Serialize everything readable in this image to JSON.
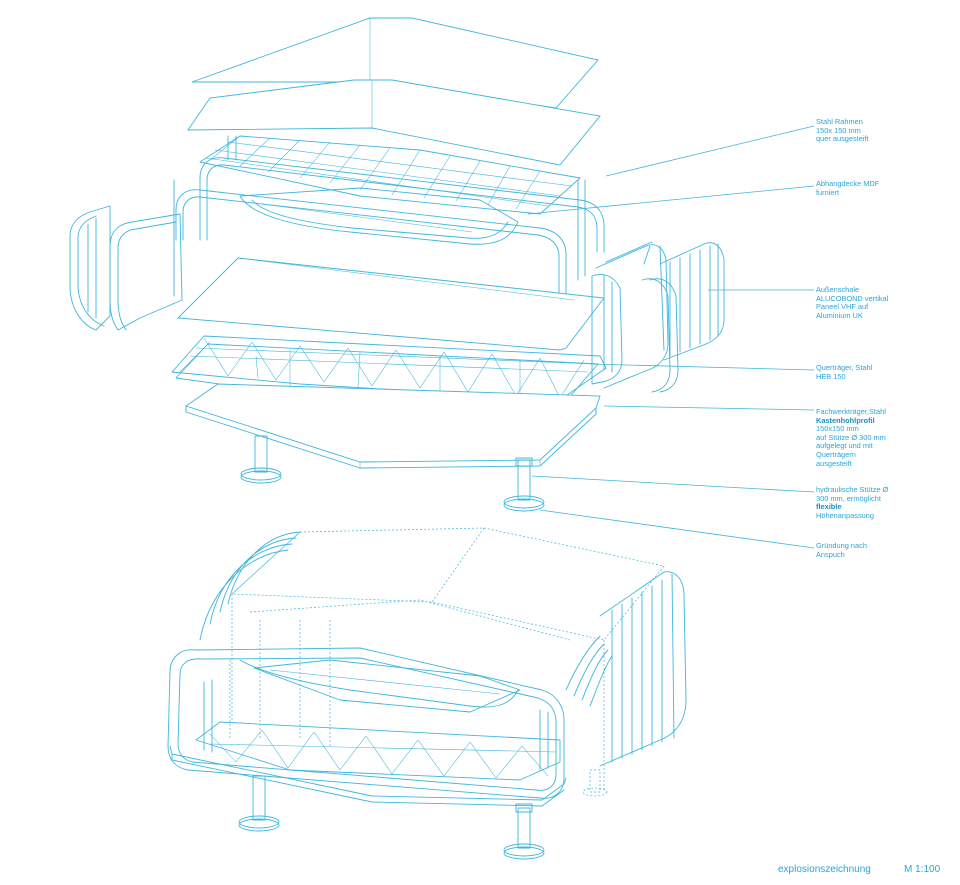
{
  "annotations": [
    {
      "lines": [
        "Stahl Rahmen",
        "150x 150 mm",
        "quer ausgesteift"
      ]
    },
    {
      "lines": [
        "Abhangdecke MDF",
        "furniert"
      ]
    },
    {
      "lines": [
        "Außenschale",
        "ALUCOBOND vertikal",
        "Paneel VHF auf",
        "Aluminium UK"
      ]
    },
    {
      "lines": [
        "Querträger, Stahl",
        "HEB 150"
      ]
    },
    {
      "lines": [
        "Fachwerkträger,Stahl",
        "Kastenhohlproﬁl",
        "150x150 mm",
        "auf Stütze Ø 300 mm",
        "aufgelegt und mit",
        "Querträgern",
        "ausgesteift"
      ]
    },
    {
      "lines": [
        "hydraulische Stütze Ø",
        "300 mm, ermöglicht",
        "ﬂexible",
        "Höhenanpassung"
      ]
    },
    {
      "lines": [
        "Gründung nach",
        "Anspuch"
      ]
    }
  ],
  "footer": {
    "title": "explosionszeichnung",
    "scale": "M 1:100"
  },
  "colors": {
    "line": "#3fb6dc",
    "text": "#2aa6d6"
  }
}
